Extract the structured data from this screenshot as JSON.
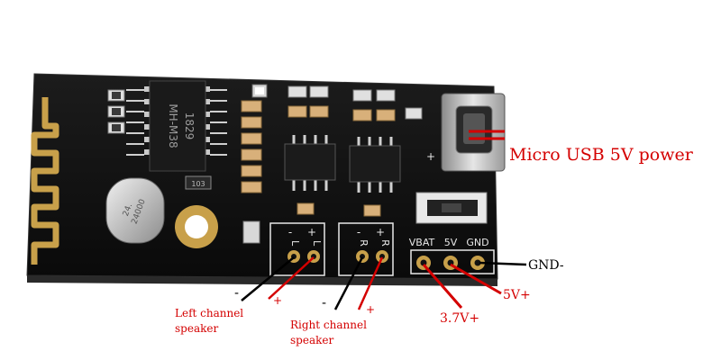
{
  "chip": {
    "line1": "MH-M38",
    "line2": "1829"
  },
  "crystal": {
    "line1": "24.",
    "line2": "24000"
  },
  "small_chip": "103",
  "silkscreen": {
    "left_channel": [
      "L",
      "L"
    ],
    "right_channel": [
      "R",
      "R"
    ],
    "power_pins": [
      "VBAT",
      "5V",
      "GND"
    ],
    "minus": "-",
    "plus": "+"
  },
  "annotations": {
    "usb": "Micro USB 5V power",
    "gnd": "GND-",
    "v5": "5V+",
    "v37": "3.7V+",
    "left_minus": "-",
    "left_plus": "+",
    "left_speaker": [
      "Left channel",
      "speaker"
    ],
    "right_minus": "-",
    "right_plus": "+",
    "right_speaker": [
      "Right channel",
      "speaker"
    ]
  },
  "colors": {
    "board": "#111111",
    "silk": "#e8e8e8",
    "copper": "#c8a04a",
    "annotation_red": "#d40000",
    "annotation_black": "#000000"
  }
}
